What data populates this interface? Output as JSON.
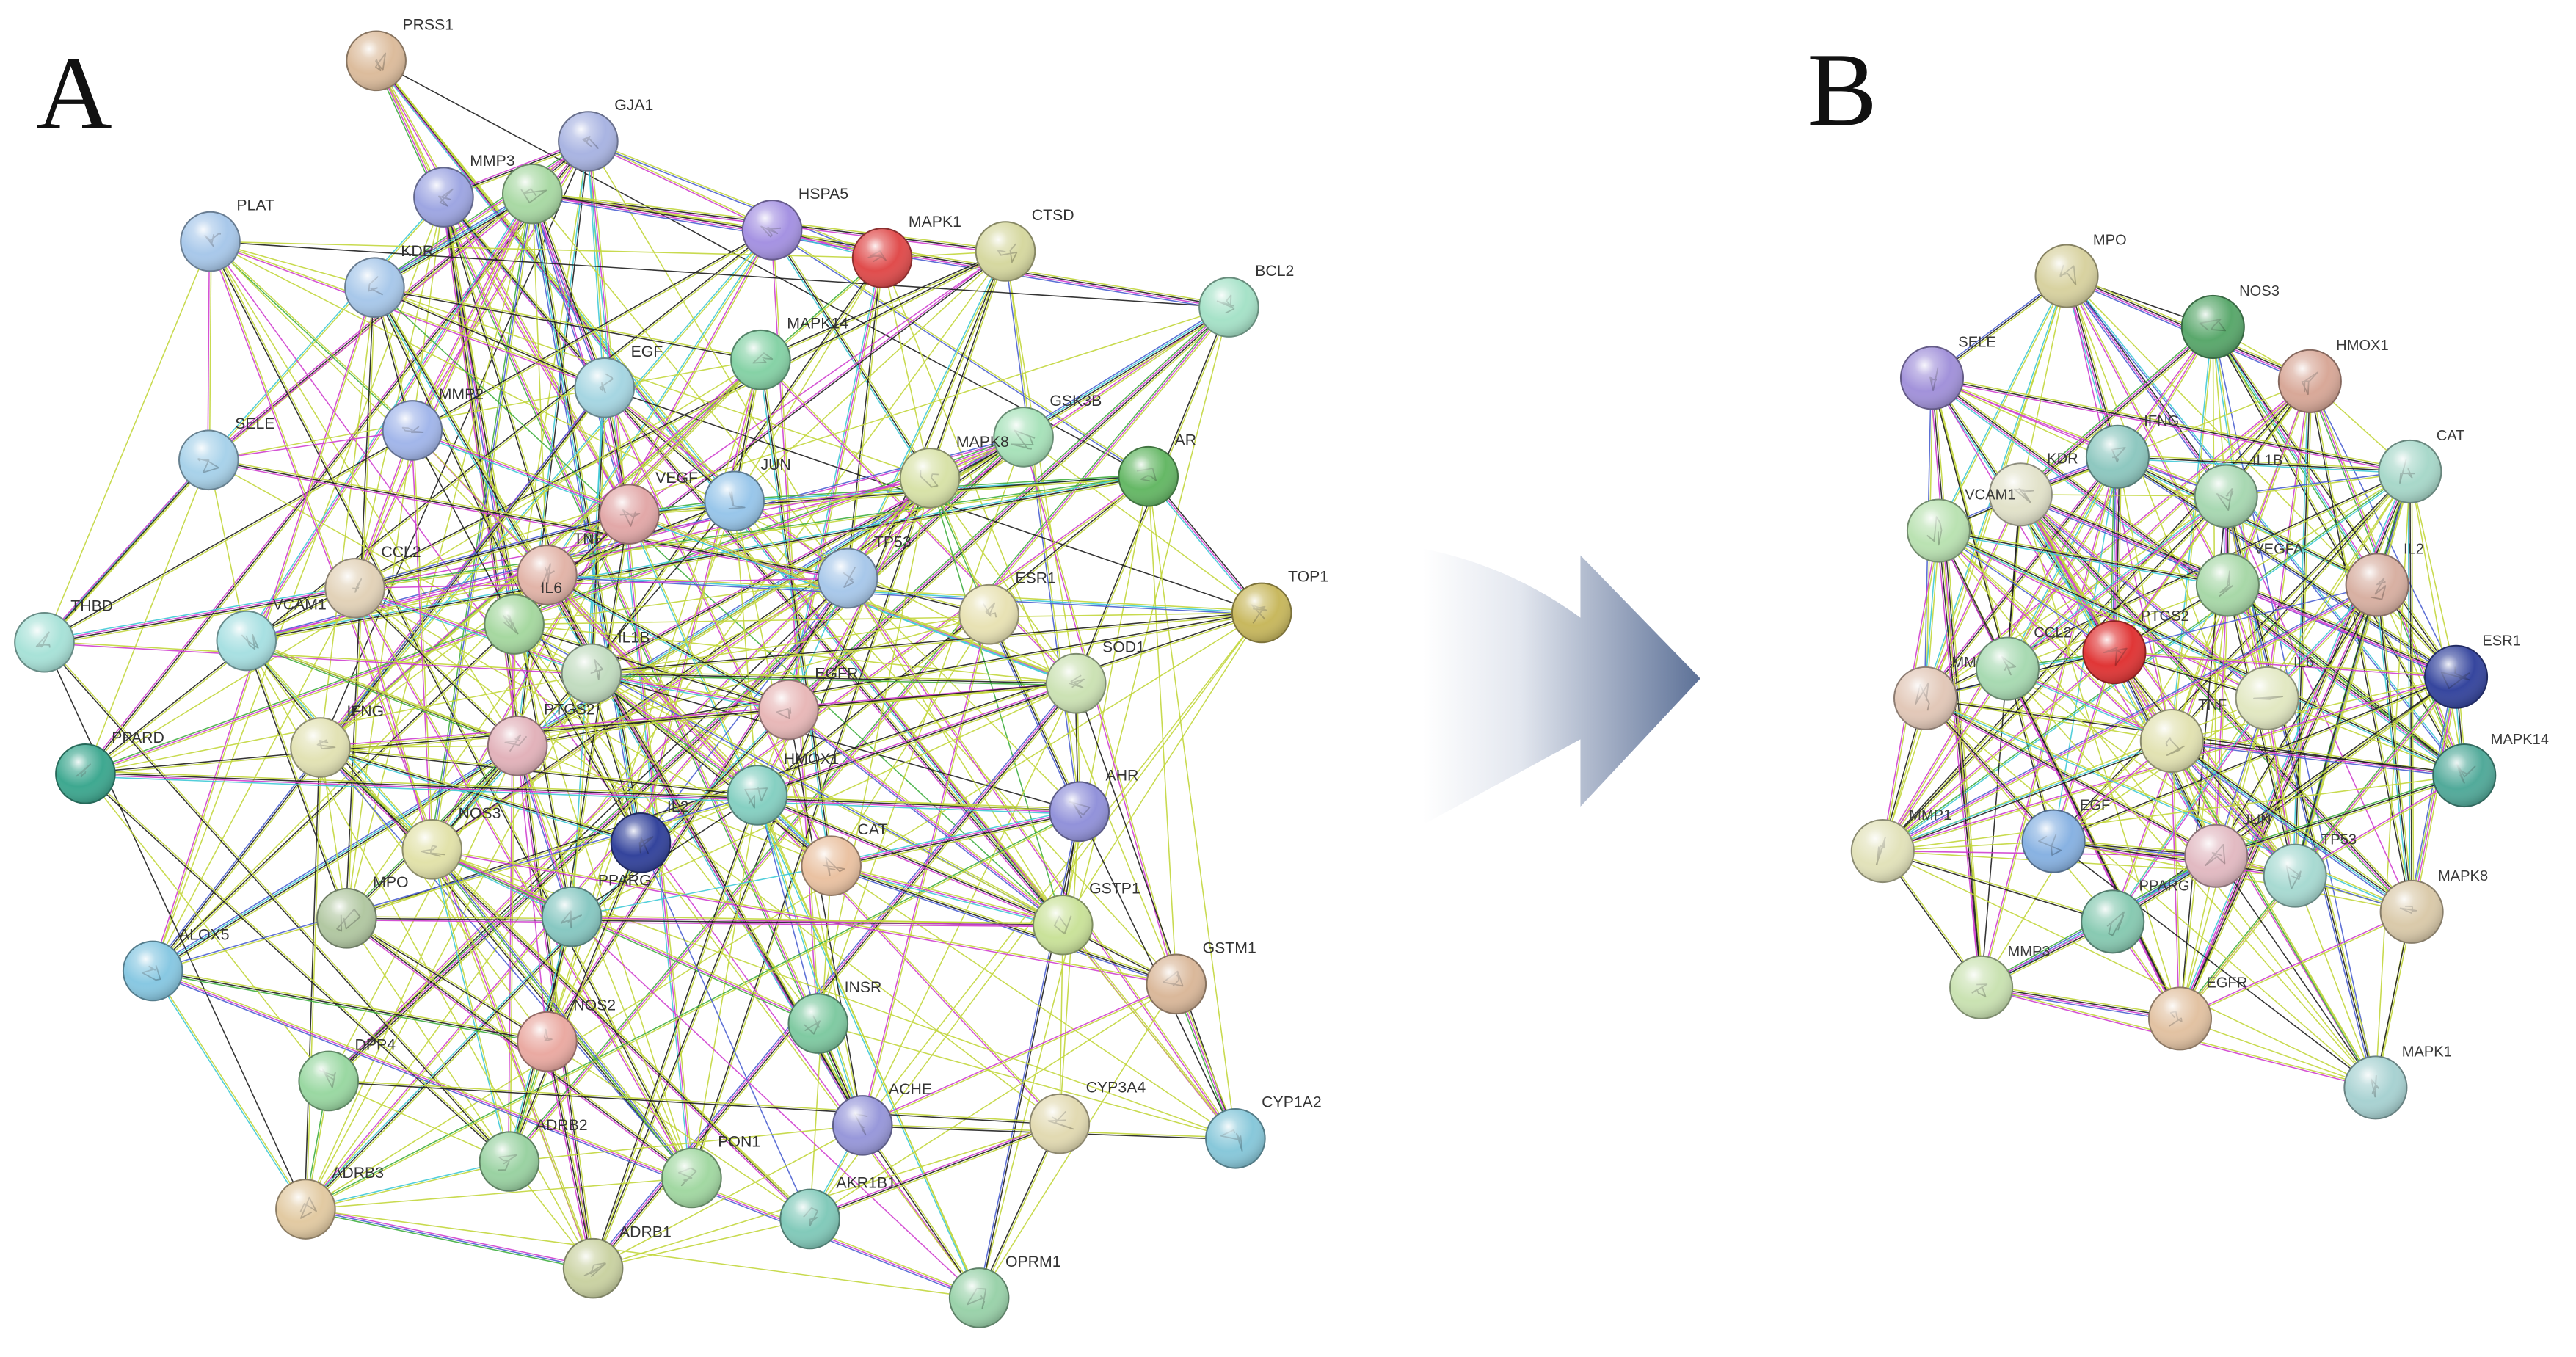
{
  "panels": [
    {
      "label": "A",
      "nodes": [
        {
          "name": "PRSS1",
          "color": "#dcbc9c"
        },
        {
          "name": "GJA1",
          "color": "#a9b4e2"
        },
        {
          "name": "MMP3",
          "color": "#9ea6e2"
        },
        {
          "name": "",
          "color": "#a9d9a4"
        },
        {
          "name": "HSPA5",
          "color": "#a592e2"
        },
        {
          "name": "MAPK1",
          "color": "#e04c4c"
        },
        {
          "name": "CTSD",
          "color": "#d6d8a0"
        },
        {
          "name": "BCL2",
          "color": "#a6e2c8"
        },
        {
          "name": "PLAT",
          "color": "#a8c8ea"
        },
        {
          "name": "KDR",
          "color": "#a8c8ea"
        },
        {
          "name": "EGF",
          "color": "#a6d6e2"
        },
        {
          "name": "MAPK14",
          "color": "#86d2a6"
        },
        {
          "name": "GSK3B",
          "color": "#a8e2ba"
        },
        {
          "name": "AR",
          "color": "#66b866"
        },
        {
          "name": "MMP2",
          "color": "#a2b6ea"
        },
        {
          "name": "SELE",
          "color": "#a8d2ea"
        },
        {
          "name": "MAPK8",
          "color": "#d8e2a8"
        },
        {
          "name": "JUN",
          "color": "#98c6ea"
        },
        {
          "name": "VEGF",
          "color": "#e2a8a8"
        },
        {
          "name": "TNF",
          "color": "#e2b4a8"
        },
        {
          "name": "TP53",
          "color": "#a8c8ea"
        },
        {
          "name": "ESR1",
          "color": "#e8e2b4"
        },
        {
          "name": "TOP1",
          "color": "#c8b85e"
        },
        {
          "name": "CCL2",
          "color": "#e2d2b8"
        },
        {
          "name": "IL6",
          "color": "#a6d8a0"
        },
        {
          "name": "THBD",
          "color": "#a8e2d8"
        },
        {
          "name": "VCAM1",
          "color": "#a8e0e2"
        },
        {
          "name": "IL1B",
          "color": "#c2dcc0"
        },
        {
          "name": "SOD1",
          "color": "#cce2b4"
        },
        {
          "name": "EGFR",
          "color": "#e8b8b8"
        },
        {
          "name": "IFNG",
          "color": "#e2e2b4"
        },
        {
          "name": "PTGS2",
          "color": "#e2b2ba"
        },
        {
          "name": "PPARD",
          "color": "#3ea890"
        },
        {
          "name": "HMOX1",
          "color": "#86d0c2"
        },
        {
          "name": "AHR",
          "color": "#9292da"
        },
        {
          "name": "NOS3",
          "color": "#e2e2aa"
        },
        {
          "name": "IL2",
          "color": "#34449c"
        },
        {
          "name": "CAT",
          "color": "#eac2a2"
        },
        {
          "name": "MPO",
          "color": "#b2c8a2"
        },
        {
          "name": "PPARG",
          "color": "#88c8c2"
        },
        {
          "name": "GSTP1",
          "color": "#cae29a"
        },
        {
          "name": "ALOX5",
          "color": "#88c8e2"
        },
        {
          "name": "GSTM1",
          "color": "#dab89a"
        },
        {
          "name": "INSR",
          "color": "#80caa2"
        },
        {
          "name": "NOS2",
          "color": "#eaaaa2"
        },
        {
          "name": "DPP4",
          "color": "#9ad8a2"
        },
        {
          "name": "ACHE",
          "color": "#9898da"
        },
        {
          "name": "CYP3A4",
          "color": "#e2dab2"
        },
        {
          "name": "CYP1A2",
          "color": "#88c8da"
        },
        {
          "name": "ADRB2",
          "color": "#9ad2a2"
        },
        {
          "name": "PON1",
          "color": "#a2d8a2"
        },
        {
          "name": "ADRB3",
          "color": "#e2caa2"
        },
        {
          "name": "AKR1B1",
          "color": "#82caba"
        },
        {
          "name": "ADRB1",
          "color": "#cad2a2"
        },
        {
          "name": "OPRM1",
          "color": "#9ad2aa"
        }
      ]
    },
    {
      "label": "B",
      "nodes": [
        {
          "name": "MPO",
          "color": "#d8d2a0"
        },
        {
          "name": "NOS3",
          "color": "#5aa86c"
        },
        {
          "name": "HMOX1",
          "color": "#d8a898"
        },
        {
          "name": "SELE",
          "color": "#a292da"
        },
        {
          "name": "IFNG",
          "color": "#8ec8c0"
        },
        {
          "name": "CAT",
          "color": "#a8d8ca"
        },
        {
          "name": "KDR",
          "color": "#e2e2ca"
        },
        {
          "name": "IL1B",
          "color": "#a8d8b2"
        },
        {
          "name": "VCAM1",
          "color": "#bae2b2"
        },
        {
          "name": "VEGFA",
          "color": "#a8d8a8"
        },
        {
          "name": "IL2",
          "color": "#d8b0a2"
        },
        {
          "name": "PTGS2",
          "color": "#e03636"
        },
        {
          "name": "ESR1",
          "color": "#36469e"
        },
        {
          "name": "MM",
          "color": "#e2c8b8"
        },
        {
          "name": "CCL2",
          "color": "#a8dab2"
        },
        {
          "name": "IL6",
          "color": "#e2e8c2"
        },
        {
          "name": "TNF",
          "color": "#e2e2b2"
        },
        {
          "name": "MAPK14",
          "color": "#52aa9a"
        },
        {
          "name": "MMP1",
          "color": "#e2e2ba"
        },
        {
          "name": "EGF",
          "color": "#88b2e2"
        },
        {
          "name": "JUN",
          "color": "#e2bac2"
        },
        {
          "name": "TP53",
          "color": "#a8dad2"
        },
        {
          "name": "MAPK8",
          "color": "#dacaaa"
        },
        {
          "name": "PPARG",
          "color": "#88cab2"
        },
        {
          "name": "MMP3",
          "color": "#cae2b2"
        },
        {
          "name": "EGFR",
          "color": "#e2c2a2"
        },
        {
          "name": "MAPK1",
          "color": "#a8d2d2"
        }
      ]
    }
  ],
  "edge_colors": [
    "#c2d63c",
    "#1e1e1e",
    "#cf3fcf",
    "#3fc9d6",
    "#4a5fd0",
    "#3fae3f"
  ],
  "arrow_color": "#5d7197",
  "icons": {
    "transition": "right-arrow-icon"
  }
}
